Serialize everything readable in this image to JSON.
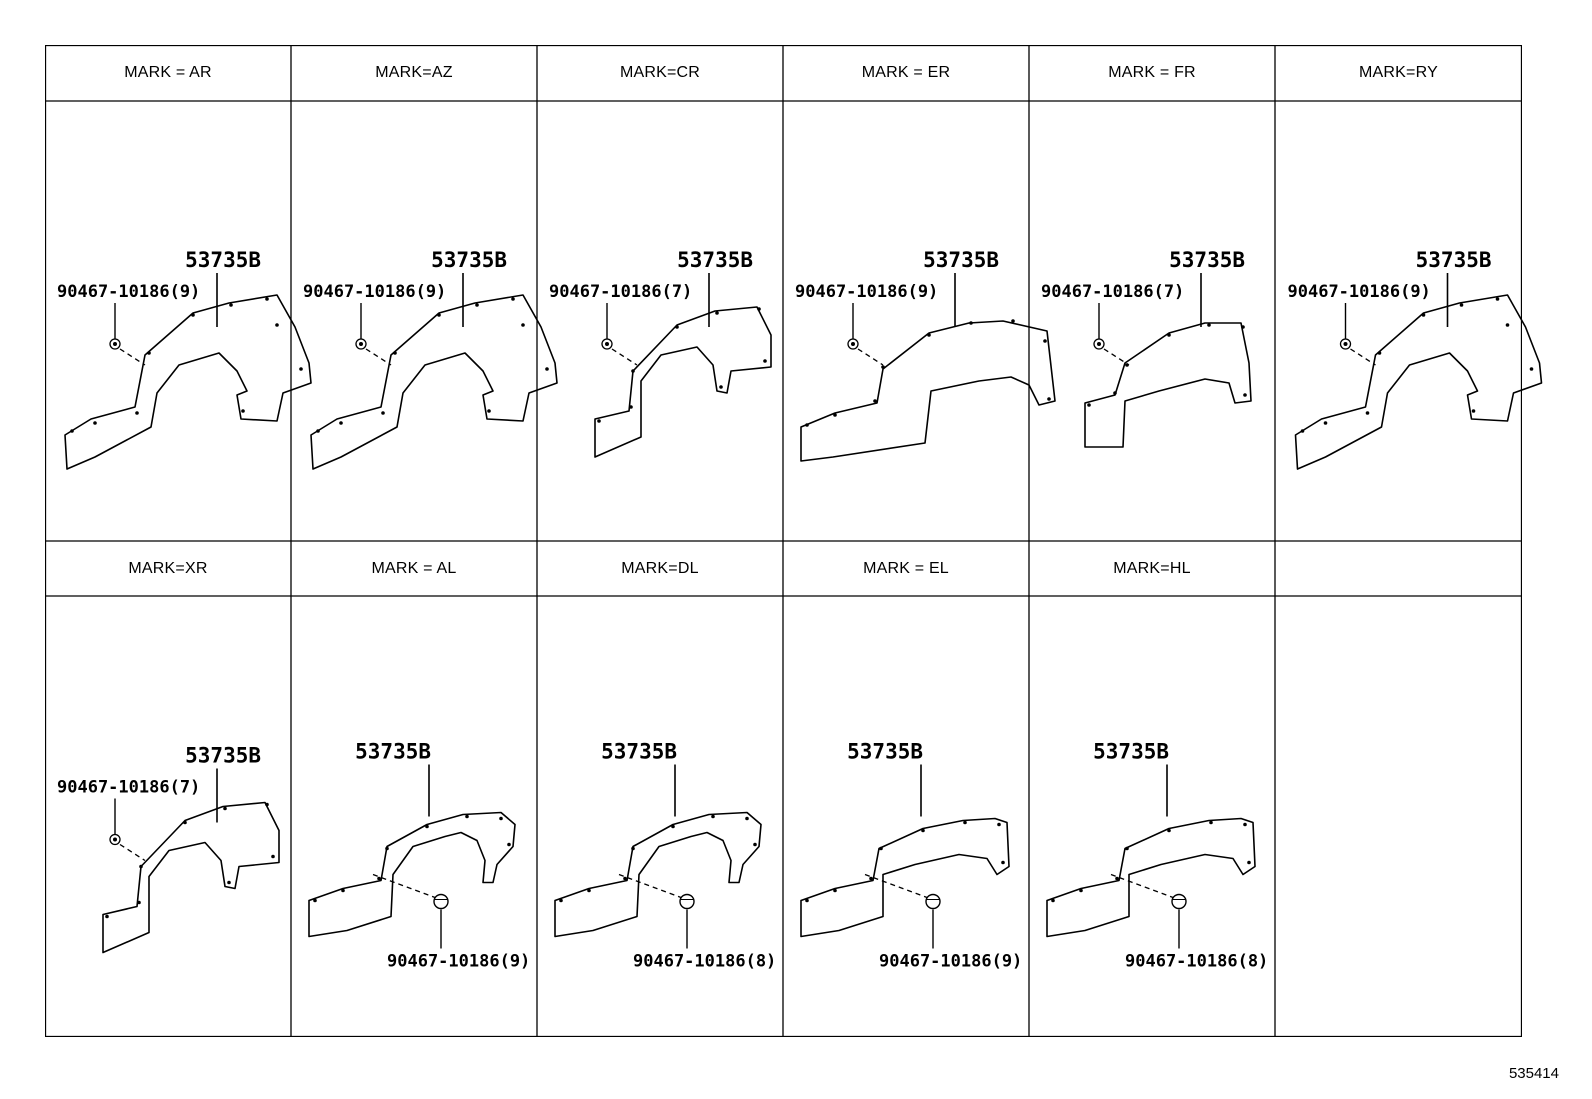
{
  "grid": {
    "row1": [
      {
        "mark": "MARK = AR",
        "part": "53735B",
        "clip": "90467-10186(9)",
        "variant": "a",
        "clip_side": "top"
      },
      {
        "mark": "MARK=AZ",
        "part": "53735B",
        "clip": "90467-10186(9)",
        "variant": "a",
        "clip_side": "top"
      },
      {
        "mark": "MARK=CR",
        "part": "53735B",
        "clip": "90467-10186(7)",
        "variant": "b",
        "clip_side": "top"
      },
      {
        "mark": "MARK = ER",
        "part": "53735B",
        "clip": "90467-10186(9)",
        "variant": "c",
        "clip_side": "top"
      },
      {
        "mark": "MARK = FR",
        "part": "53735B",
        "clip": "90467-10186(7)",
        "variant": "d",
        "clip_side": "top"
      },
      {
        "mark": "MARK=RY",
        "part": "53735B",
        "clip": "90467-10186(9)",
        "variant": "a",
        "clip_side": "top"
      }
    ],
    "row2": [
      {
        "mark": "MARK=XR",
        "part": "53735B",
        "clip": "90467-10186(7)",
        "variant": "b",
        "clip_side": "top"
      },
      {
        "mark": "MARK = AL",
        "part": "53735B",
        "clip": "90467-10186(9)",
        "variant": "e",
        "clip_side": "bottom"
      },
      {
        "mark": "MARK=DL",
        "part": "53735B",
        "clip": "90467-10186(8)",
        "variant": "e",
        "clip_side": "bottom"
      },
      {
        "mark": "MARK = EL",
        "part": "53735B",
        "clip": "90467-10186(9)",
        "variant": "f",
        "clip_side": "bottom"
      },
      {
        "mark": "MARK=HL",
        "part": "53735B",
        "clip": "90467-10186(8)",
        "variant": "f",
        "clip_side": "bottom"
      },
      {
        "mark": "",
        "part": "",
        "clip": "",
        "variant": "",
        "clip_side": ""
      }
    ]
  },
  "page_id": "535414"
}
